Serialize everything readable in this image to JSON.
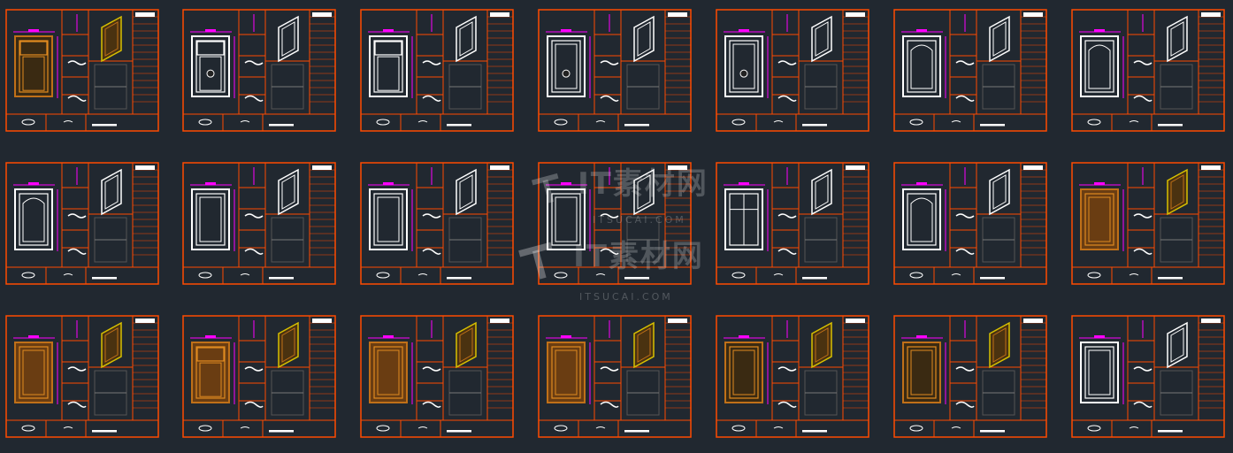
{
  "app": {
    "background": "#212830",
    "frame_color": "#ff4a00",
    "dimension_color": "#ff00ff",
    "outline_color": "#ffffff"
  },
  "watermark": {
    "brand": "IT素材网",
    "domain": "ITSUCAI.COM"
  },
  "sheets": [
    {
      "door": "dark-wood-drawer"
    },
    {
      "door": "white-drawer-knob"
    },
    {
      "door": "white-drawer"
    },
    {
      "door": "white-knob"
    },
    {
      "door": "white-knob"
    },
    {
      "door": "white-arch"
    },
    {
      "door": "white-arch"
    },
    {
      "door": "white-arch"
    },
    {
      "door": "white-plain"
    },
    {
      "door": "white-plain"
    },
    {
      "door": "white-plain"
    },
    {
      "door": "white-grid"
    },
    {
      "door": "white-arch"
    },
    {
      "door": "wood-plain"
    },
    {
      "door": "wood-plain"
    },
    {
      "door": "wood-drawer"
    },
    {
      "door": "wood-plain"
    },
    {
      "door": "wood-plain"
    },
    {
      "door": "dark-wood-plain"
    },
    {
      "door": "dark-wood-plain"
    },
    {
      "door": "white-plain"
    }
  ]
}
